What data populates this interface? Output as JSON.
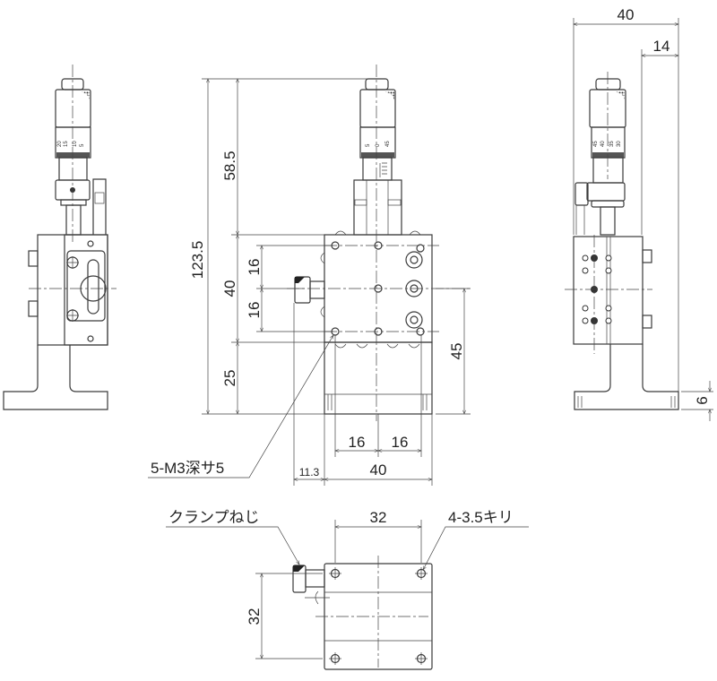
{
  "title": "Z-axis micrometer stage dimensional drawing",
  "dimensions": {
    "total_height": "123.5",
    "micrometer_height": "58.5",
    "body_height": "40",
    "base_height": "25",
    "hole_pitch_upper": "16",
    "hole_pitch_lower": "16",
    "center_height": "45",
    "bottom_pitch_left": "16",
    "bottom_pitch_right": "16",
    "clamp_offset": "11.3",
    "body_width": "40",
    "side_width": "40",
    "side_offset": "14",
    "base_thickness": "6",
    "mount_pitch_x": "32",
    "mount_pitch_y": "32"
  },
  "annotations": {
    "tapped_holes": "5-M3深サ5",
    "clamp_screw": "クランプねじ",
    "through_holes": "4-3.5キリ"
  },
  "micrometer_scales": {
    "left": [
      "20",
      "15",
      "10",
      "5"
    ],
    "front": [
      "5",
      "0",
      "45"
    ],
    "right": [
      "45",
      "40",
      "35",
      "30"
    ]
  }
}
